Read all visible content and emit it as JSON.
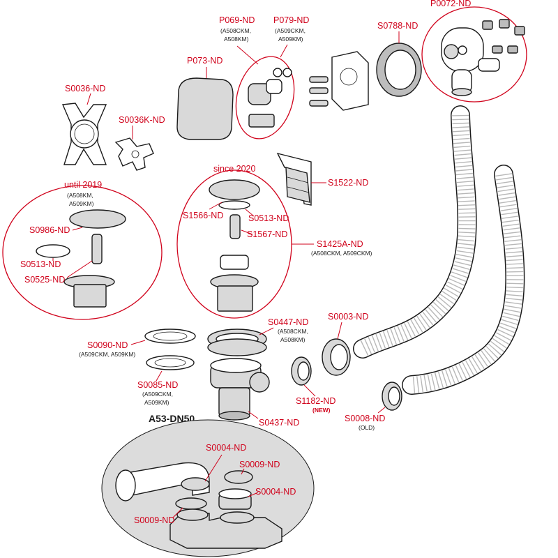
{
  "colors": {
    "accent": "#d0021b",
    "ink": "#1a1a1a",
    "inset_fill": "#dcdcdc"
  },
  "labels": {
    "p069": "P069-ND",
    "p069_sub1": "(A508CKM,",
    "p069_sub2": "A508KM)",
    "p079": "P079-ND",
    "p079_sub1": "(A509CKM,",
    "p079_sub2": "A509KM)",
    "p0072": "P0072-ND",
    "s0788": "S0788-ND",
    "p073": "P073-ND",
    "s0036": "S0036-ND",
    "s0036k": "S0036K-ND",
    "since": "since 2020",
    "s1522": "S1522-ND",
    "until": "until 2019",
    "until_sub1": "(A508KM,",
    "until_sub2": "A509KM)",
    "s1566": "S1566-ND",
    "s0513_a": "S0513-ND",
    "s1567": "S1567-ND",
    "s1425a": "S1425A-ND",
    "s1425a_sub": "(A508CKM, A509CKM)",
    "s0986": "S0986-ND",
    "s0513_b": "S0513-ND",
    "s0525": "S0525-ND",
    "s0447": "S0447-ND",
    "s0447_sub1": "(A508CKM,",
    "s0447_sub2": "A508KM)",
    "s0003": "S0003-ND",
    "s0090": "S0090-ND",
    "s0090_sub": "(A509CKM, A509KM)",
    "s0085": "S0085-ND",
    "s0085_sub1": "(A509CKM,",
    "s0085_sub2": "A509KM)",
    "s1182": "S1182-ND",
    "s1182_new": "(NEW)",
    "s0008": "S0008-ND",
    "s0008_sub": "(OLD)",
    "s0437": "S0437-ND",
    "a53": "A53-DN50",
    "s0004_a": "S0004-ND",
    "s0009_a": "S0009-ND",
    "s0004_b": "S0004-ND",
    "s0009_b": "S0009-ND"
  }
}
